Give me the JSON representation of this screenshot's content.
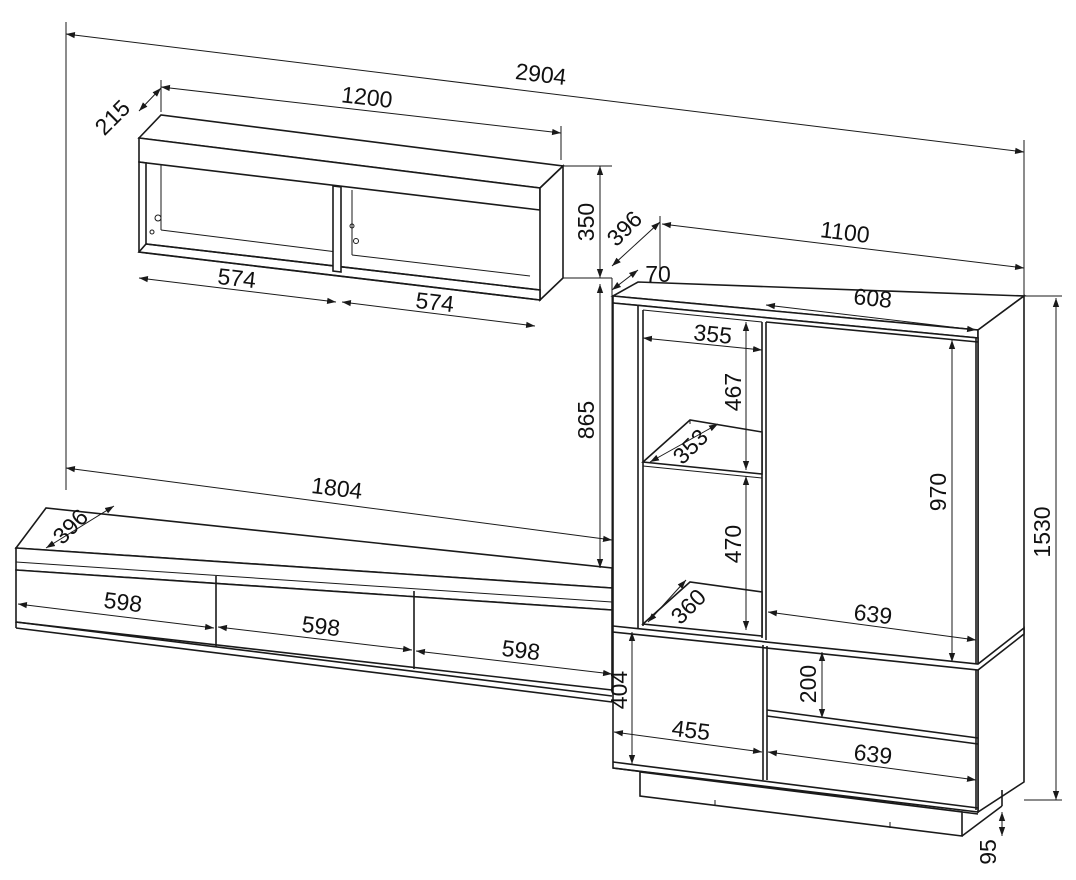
{
  "dimensions": {
    "total_width": "2904",
    "shelf_width": "1200",
    "shelf_depth": "215",
    "shelf_height": "350",
    "shelf_compartment_left": "574",
    "shelf_compartment_right": "574",
    "shelf_gap_height": "865",
    "tv_unit_width": "1804",
    "tv_unit_depth": "396",
    "tv_drawer_1": "598",
    "tv_drawer_2": "598",
    "tv_drawer_3": "598",
    "cabinet_depth": "396",
    "cabinet_width": "1100",
    "cabinet_top_offset": "70",
    "cabinet_total_height": "1530",
    "glass_section_width": "355",
    "glass_upper_height": "467",
    "glass_shelf_depth": "353",
    "glass_lower_height": "470",
    "glass_bottom_depth": "360",
    "door_width": "608",
    "door_height": "970",
    "door_inner_width": "639",
    "lower_left_height": "404",
    "lower_left_width": "455",
    "drawer_height": "200",
    "drawer_width": "639",
    "plinth_height": "95"
  }
}
